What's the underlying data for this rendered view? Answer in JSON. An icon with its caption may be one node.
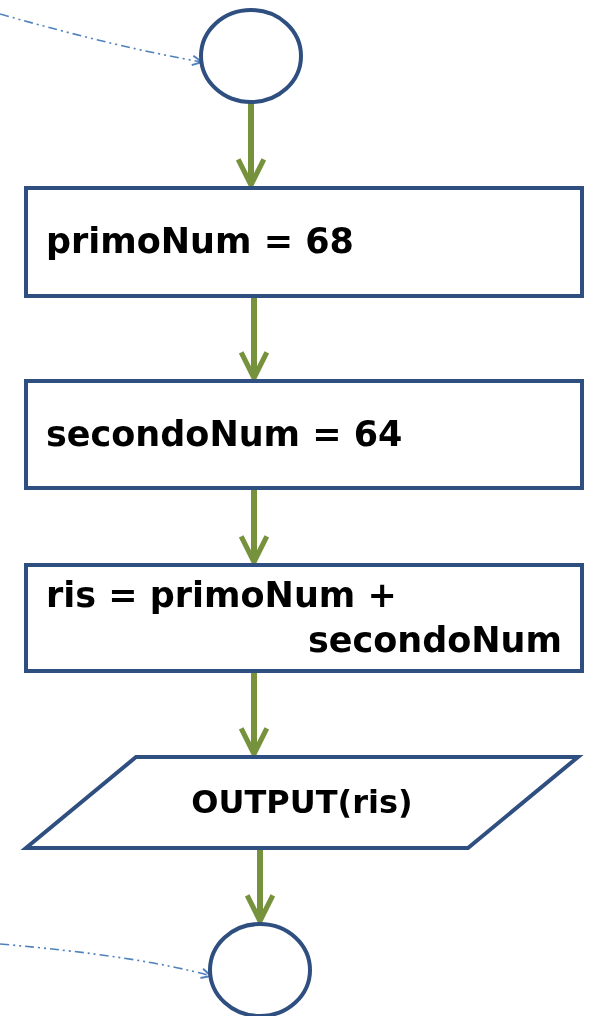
{
  "diagram": {
    "nodes": [
      {
        "text": [],
        "shape": "circle"
      },
      {
        "text": [
          "primoNum = 68"
        ]
      },
      {
        "text": [
          "secondoNum = 64"
        ]
      },
      {
        "text": [
          "ris = primoNum + secondoNum"
        ]
      },
      {
        "text": [
          "OUTPUT(ris)"
        ]
      },
      {
        "text": [],
        "shape": "circle"
      }
    ],
    "edges": [
      {
        "from": null,
        "to": 0,
        "arrow": "to",
        "style": "dashed",
        "color": "#4f81bd"
      },
      {
        "from": 0,
        "to": 1,
        "arrow": "to"
      },
      {
        "from": 1,
        "to": 2,
        "arrow": "to"
      },
      {
        "from": 2,
        "to": 3,
        "arrow": "to"
      },
      {
        "from": 3,
        "to": 4,
        "arrow": "to"
      },
      {
        "from": 4,
        "to": 5,
        "arrow": "to"
      },
      {
        "from": null,
        "to": 5,
        "arrow": "to",
        "style": "dashed",
        "color": "#4f81bd"
      }
    ]
  }
}
